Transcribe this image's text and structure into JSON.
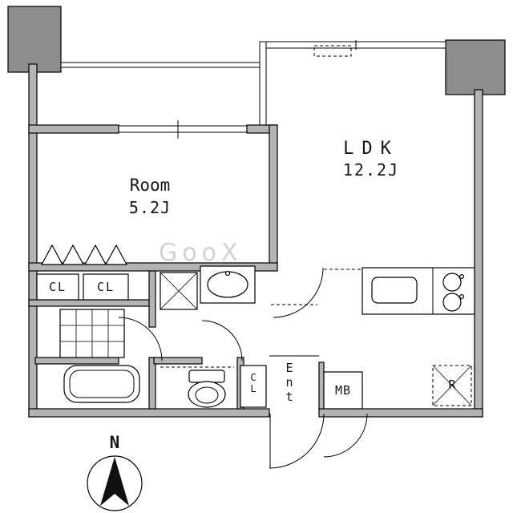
{
  "watermark": "GooX",
  "rooms": {
    "bedroom": {
      "name": "Room",
      "size": "5.2J"
    },
    "ldk": {
      "name": "LDK",
      "size": "12.2J"
    }
  },
  "labels": {
    "closet1": "CL",
    "closet2": "CL",
    "hall_closet": "CL",
    "entrance": "Ent",
    "meter_box": "MB",
    "refrigerator": "R",
    "north": "N"
  }
}
